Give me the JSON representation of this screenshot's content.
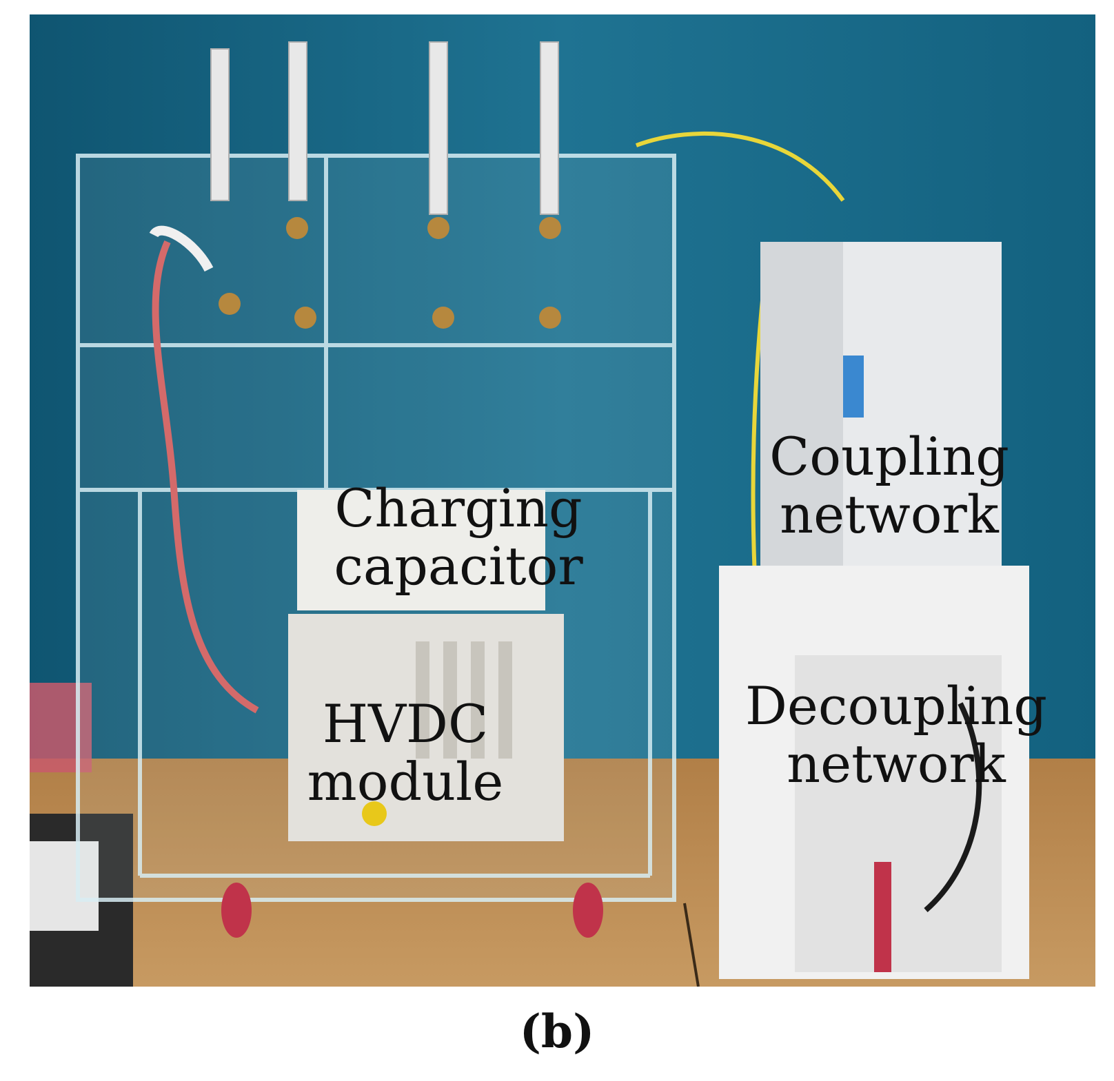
{
  "labels": {
    "charging_capacitor": [
      "Charging",
      "capacitor"
    ],
    "hvdc_module": [
      "HVDC",
      "module"
    ],
    "coupling_network": [
      "Coupling",
      "network"
    ],
    "decoupling_network": [
      "Decoupling",
      "network"
    ]
  },
  "caption": "(b)",
  "colors": {
    "wall": "#1f6f8f",
    "table": "#b88a52",
    "acrylic_frame": "#cfe3ea",
    "box_white": "#e9ecec"
  }
}
